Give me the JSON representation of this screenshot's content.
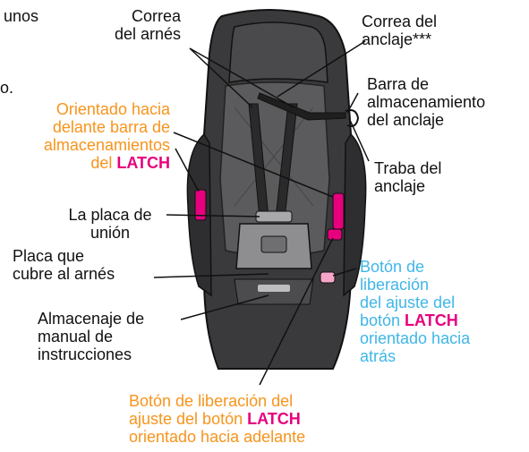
{
  "colors": {
    "seat_dark": "#3a3a3c",
    "seat_mid": "#5b5b5e",
    "seat_light": "#8e8e91",
    "accent_magenta": "#e6007e",
    "orange_label": "#f7941d",
    "blue_label": "#3fb6e8"
  },
  "labels": {
    "cut_top": "unos",
    "cut_mid": "o.",
    "harness_strap": [
      "Correa",
      "del arnés"
    ],
    "tether_strap": [
      "Correa del",
      "anclaje***"
    ],
    "tether_storage_bar": [
      "Barra de",
      "almacenamiento",
      "del anclaje"
    ],
    "front_latch_bar": [
      "Orientado hacia",
      "delante barra de",
      "almacenamientos"
    ],
    "front_latch_bar_last": "del ",
    "latch_word": "LATCH",
    "tether_lock": [
      "Traba del",
      "anclaje"
    ],
    "chest_clip": [
      "La placa de",
      "unión"
    ],
    "harness_cover": [
      "Placa que",
      "cubre al arnés"
    ],
    "manual_storage": [
      "Almacenaje de",
      "manual de",
      "instrucciones"
    ],
    "rear_latch_button": [
      "Botón de",
      "liberación",
      "del ajuste del"
    ],
    "rear_latch_button_word": "botón ",
    "rear_latch_button_tail": [
      "orientado hacia",
      "atrás"
    ],
    "front_latch_button": [
      "Botón de liberación del"
    ],
    "front_latch_button_mid": "ajuste del botón ",
    "front_latch_button_tail": "orientado hacia adelante"
  }
}
